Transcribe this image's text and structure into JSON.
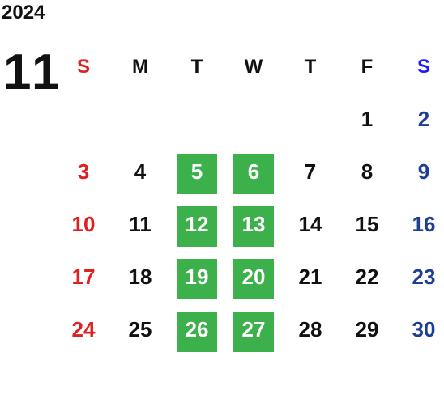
{
  "year": "2024",
  "month": "11",
  "weekdays": [
    "S",
    "M",
    "T",
    "W",
    "T",
    "F",
    "S"
  ],
  "weeks": [
    [
      "",
      "",
      "",
      "",
      "",
      "1",
      "2"
    ],
    [
      "3",
      "4",
      "5",
      "6",
      "7",
      "8",
      "9"
    ],
    [
      "10",
      "11",
      "12",
      "13",
      "14",
      "15",
      "16"
    ],
    [
      "17",
      "18",
      "19",
      "20",
      "21",
      "22",
      "23"
    ],
    [
      "24",
      "25",
      "26",
      "27",
      "28",
      "29",
      "30"
    ]
  ],
  "highlighted_days": [
    "5",
    "6",
    "12",
    "13",
    "19",
    "20",
    "26",
    "27"
  ],
  "colors": {
    "sunday": "#e02020",
    "saturday": "#1c3f94",
    "saturday_header": "#1a1aff",
    "highlight": "#3cb04a",
    "text": "#111111"
  }
}
